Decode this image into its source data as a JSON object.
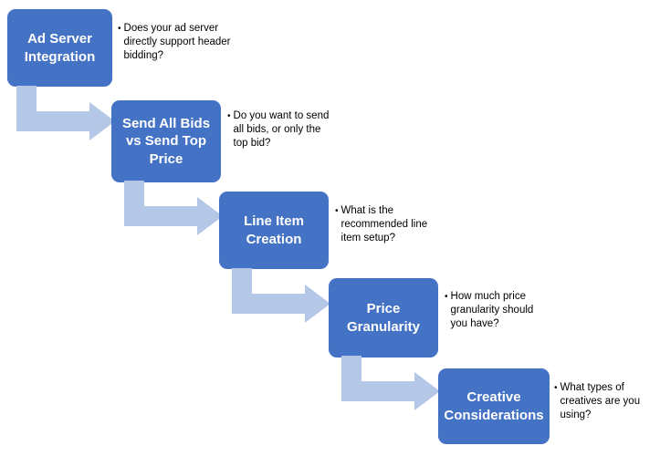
{
  "colors": {
    "box": "#4472C4",
    "box_text": "#FFFFFF",
    "arrow": "#B4C7E7",
    "bullet_text": "#000000",
    "background": "#FFFFFF"
  },
  "diagram": {
    "type": "staircase-flow",
    "bullet_marker": "•",
    "steps": [
      {
        "title": "Ad Server Integration",
        "bullet": "Does your ad server directly support header bidding?"
      },
      {
        "title": "Send All Bids vs Send Top Price",
        "bullet": "Do you want to send all bids, or only the top bid?"
      },
      {
        "title": "Line Item Creation",
        "bullet": "What is the recommended line item setup?"
      },
      {
        "title": "Price Granularity",
        "bullet": "How much price granularity should you have?"
      },
      {
        "title": "Creative Considerations",
        "bullet": "What types of creatives are you using?"
      }
    ]
  }
}
